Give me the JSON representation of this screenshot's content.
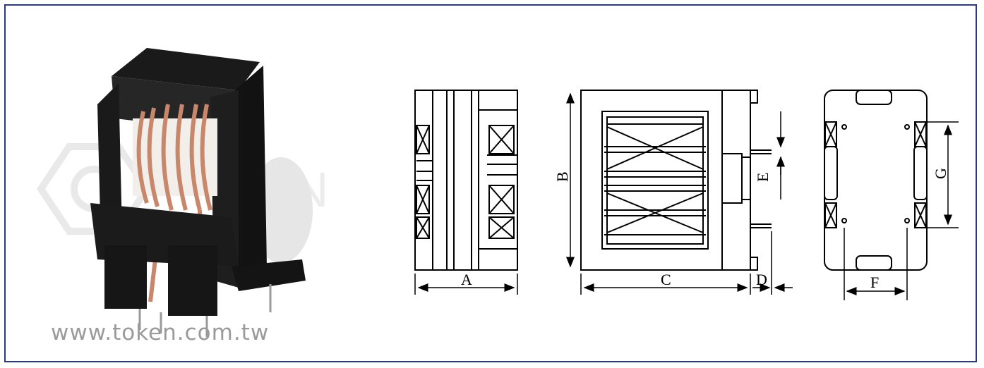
{
  "watermark": {
    "url": "www.token.com.tw"
  },
  "dimensions": {
    "a": "A",
    "b": "B",
    "c": "C",
    "d": "D",
    "e": "E",
    "f": "F",
    "g": "G"
  },
  "colors": {
    "frame_border": "#2a3a7a",
    "wire": "#c8876a",
    "body": "#161616"
  }
}
